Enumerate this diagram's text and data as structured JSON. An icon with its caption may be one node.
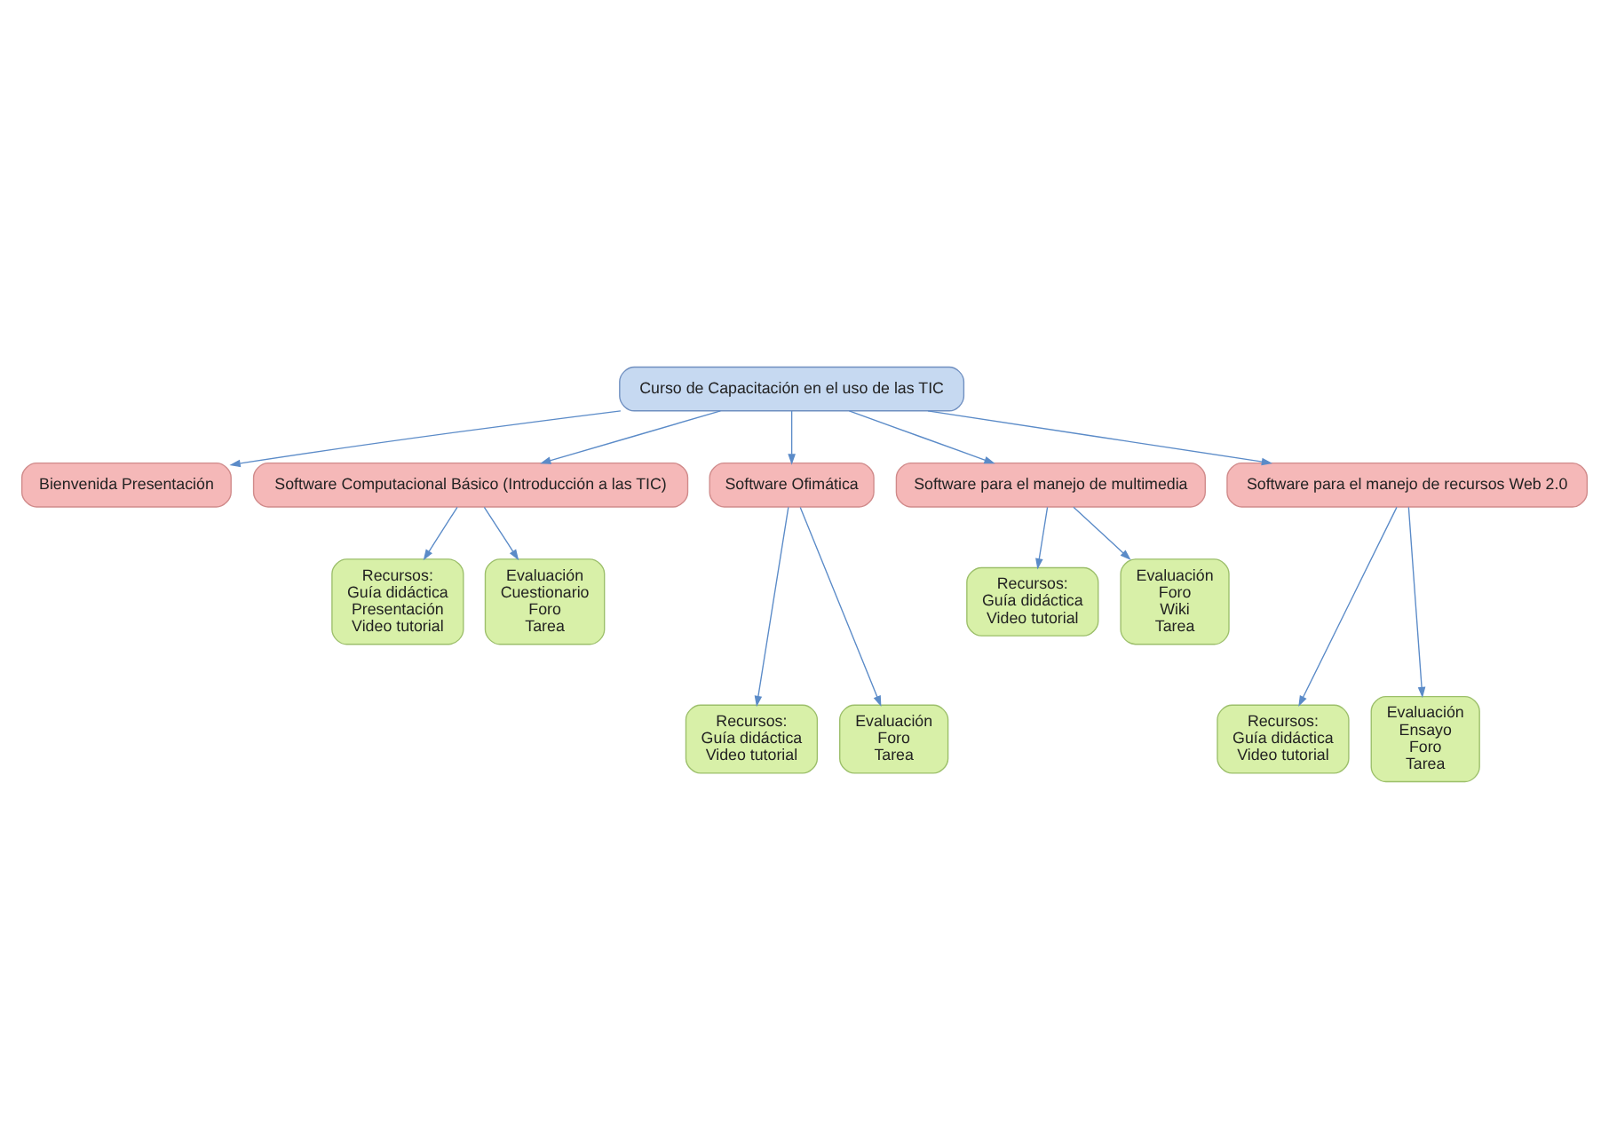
{
  "diagram": {
    "nodes": [
      {
        "text": [
          "Curso de Capacitación en el uso de las TIC"
        ]
      },
      {
        "text": [
          "Bienvenida Presentación"
        ]
      },
      {
        "text": [
          "Software Computacional Básico (Introducción a las TIC)"
        ]
      },
      {
        "text": [
          "Software Ofimática"
        ]
      },
      {
        "text": [
          "Software para el manejo de multimedia"
        ]
      },
      {
        "text": [
          "Software para el manejo de recursos Web 2.0"
        ]
      },
      {
        "text": [
          "Recursos:",
          "Guía didáctica",
          "Presentación",
          "Video tutorial"
        ]
      },
      {
        "text": [
          "Evaluación",
          "Cuestionario",
          "Foro",
          "Tarea"
        ]
      },
      {
        "text": [
          "Recursos:",
          "Guía didáctica",
          "Video tutorial"
        ]
      },
      {
        "text": [
          "Evaluación",
          "Foro",
          "Tarea"
        ]
      },
      {
        "text": [
          "Recursos:",
          "Guía didáctica",
          "Video tutorial"
        ]
      },
      {
        "text": [
          "Evaluación",
          "Foro",
          "Wiki",
          "Tarea"
        ]
      },
      {
        "text": [
          "Recursos:",
          "Guía didáctica",
          "Video tutorial"
        ]
      },
      {
        "text": [
          "Evaluación",
          "Ensayo",
          "Foro",
          "Tarea"
        ]
      }
    ],
    "edges": [
      {
        "from": 0,
        "to": 1,
        "arrow": "to"
      },
      {
        "from": 0,
        "to": 2,
        "arrow": "to"
      },
      {
        "from": 0,
        "to": 3,
        "arrow": "to"
      },
      {
        "from": 0,
        "to": 4,
        "arrow": "to"
      },
      {
        "from": 0,
        "to": 5,
        "arrow": "to"
      },
      {
        "from": 2,
        "to": 6,
        "arrow": "to"
      },
      {
        "from": 2,
        "to": 7,
        "arrow": "to"
      },
      {
        "from": 3,
        "to": 8,
        "arrow": "to"
      },
      {
        "from": 3,
        "to": 9,
        "arrow": "to"
      },
      {
        "from": 4,
        "to": 10,
        "arrow": "to"
      },
      {
        "from": 4,
        "to": 11,
        "arrow": "to"
      },
      {
        "from": 5,
        "to": 12,
        "arrow": "to"
      },
      {
        "from": 5,
        "to": 13,
        "arrow": "to"
      }
    ]
  }
}
